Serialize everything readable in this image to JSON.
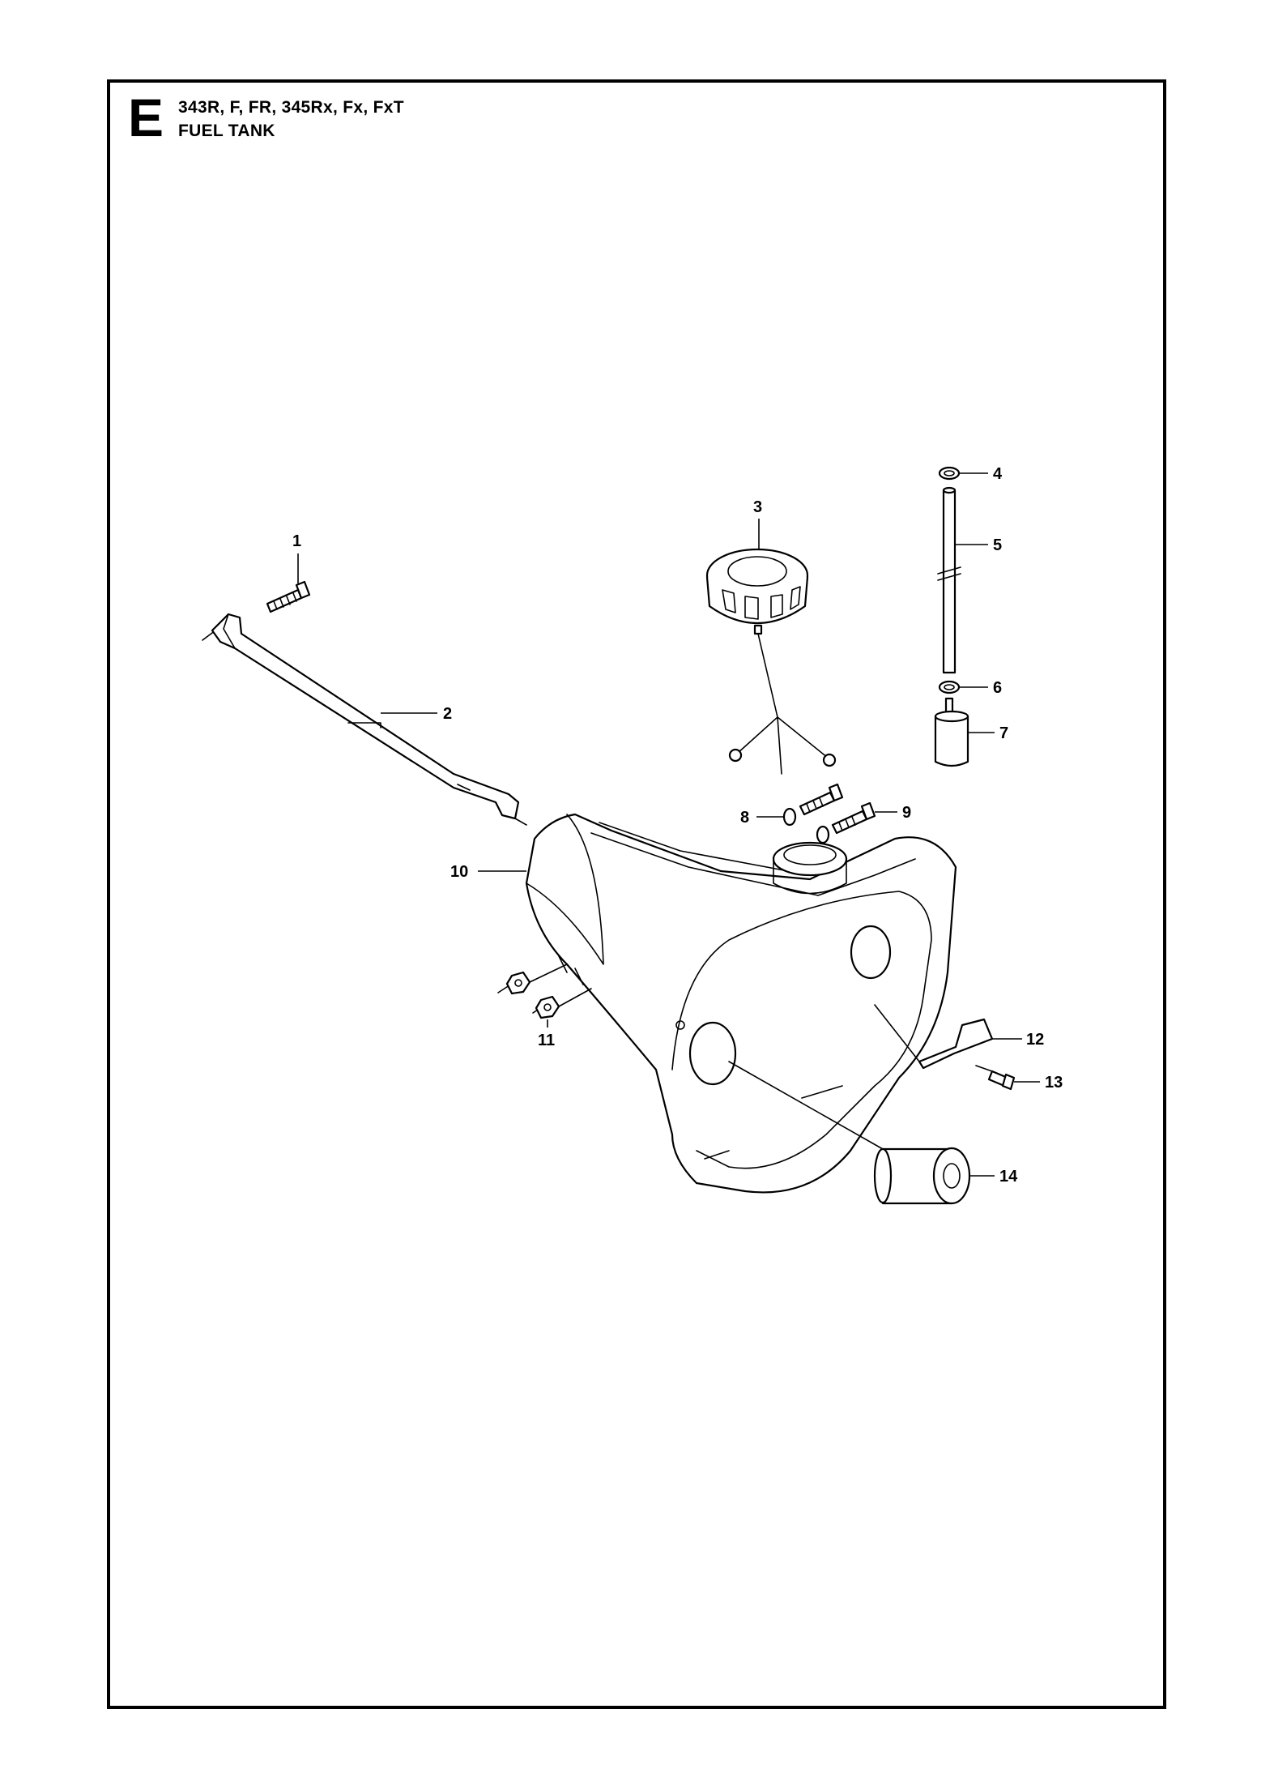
{
  "header": {
    "section_letter": "E",
    "models": "343R, F, FR, 345Rx, Fx, FxT",
    "title": "FUEL TANK"
  },
  "callouts": [
    {
      "id": "1",
      "label": "1"
    },
    {
      "id": "2",
      "label": "2"
    },
    {
      "id": "3",
      "label": "3"
    },
    {
      "id": "4",
      "label": "4"
    },
    {
      "id": "5",
      "label": "5"
    },
    {
      "id": "6",
      "label": "6"
    },
    {
      "id": "7",
      "label": "7"
    },
    {
      "id": "8",
      "label": "8"
    },
    {
      "id": "9",
      "label": "9"
    },
    {
      "id": "10",
      "label": "10"
    },
    {
      "id": "11",
      "label": "11"
    },
    {
      "id": "12",
      "label": "12"
    },
    {
      "id": "13",
      "label": "13"
    },
    {
      "id": "14",
      "label": "14"
    }
  ]
}
